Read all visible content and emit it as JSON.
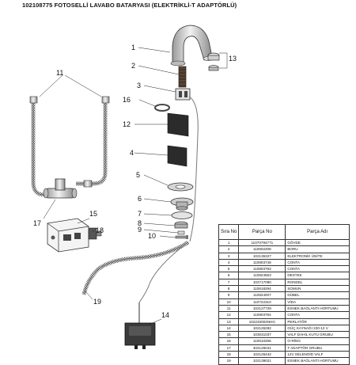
{
  "title": "102108775 FOTOSELLİ LAVABO BATARYASI (ELEKTRİKLİ-T ADAPTÖRLÜ)",
  "callouts": {
    "c1": "1",
    "c2": "2",
    "c3": "3",
    "c4": "4",
    "c5": "5",
    "c6": "6",
    "c7": "7",
    "c8": "8",
    "c9": "9",
    "c10": "10",
    "c11": "11",
    "c12": "12",
    "c13": "13",
    "c14": "14",
    "c15": "15",
    "c16": "16",
    "c17": "17",
    "c18": "18",
    "c19": "19"
  },
  "table": {
    "headers": {
      "sira": "Sıra No",
      "parca_no": "Parça No",
      "parca_adi": "Parça Adı"
    },
    "rows": [
      {
        "sira": "1",
        "parca_no": "11070794771",
        "parca_adi": "GÖVDE"
      },
      {
        "sira": "2",
        "parca_no": "110602208",
        "parca_adi": "BORU"
      },
      {
        "sira": "3",
        "parca_no": "102136327",
        "parca_adi": "ELEKTRONİK ÜNİTE"
      },
      {
        "sira": "4",
        "parca_no": "110803748",
        "parca_adi": "CONTA"
      },
      {
        "sira": "5",
        "parca_no": "110803793",
        "parca_adi": "CONTA"
      },
      {
        "sira": "6",
        "parca_no": "110824553",
        "parca_adi": "DESTEK"
      },
      {
        "sira": "7",
        "parca_no": "102717090",
        "parca_adi": "RONDEL"
      },
      {
        "sira": "8",
        "parca_no": "110618294",
        "parca_adi": "SOMUN"
      },
      {
        "sira": "9",
        "parca_no": "110824007",
        "parca_adi": "DÜBEL"
      },
      {
        "sira": "10",
        "parca_no": "110722310",
        "parca_adi": "VİDA"
      },
      {
        "sira": "11",
        "parca_no": "102127729",
        "parca_adi": "ESNEK BAĞLANTI HORTUMU"
      },
      {
        "sira": "12",
        "parca_no": "110803784",
        "parca_adi": "CONTA"
      },
      {
        "sira": "13",
        "parca_no": "102233004NHG",
        "parca_adi": "PERLATÖR"
      },
      {
        "sira": "14",
        "parca_no": "102126282",
        "parca_adi": "GÜÇ KAYNAĞI 220-12 V"
      },
      {
        "sira": "15",
        "parca_no": "103041037",
        "parca_adi": "VALF DAHİL KUTU GRUBU"
      },
      {
        "sira": "16",
        "parca_no": "110610266",
        "parca_adi": "O-RİNG"
      },
      {
        "sira": "17",
        "parca_no": "402126041",
        "parca_adi": "T ADAPTÖR GRUBU"
      },
      {
        "sira": "18",
        "parca_no": "102126442",
        "parca_adi": "12V SELENOİD VALF"
      },
      {
        "sira": "19",
        "parca_no": "102139021",
        "parca_adi": "ESNEK BAĞLANTI HORTUMU"
      }
    ]
  }
}
